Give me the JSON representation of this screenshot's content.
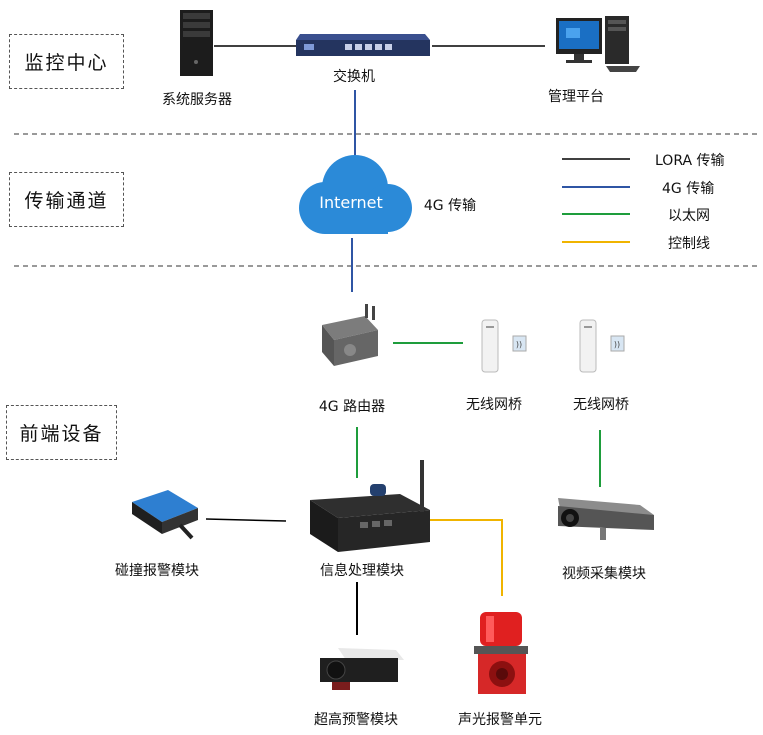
{
  "zones": {
    "monitor": "监控中心",
    "transport": "传输通道",
    "frontend": "前端设备"
  },
  "devices": {
    "server": "系统服务器",
    "switch": "交换机",
    "platform": "管理平台",
    "internet": "Internet",
    "internet_note": "4G 传输",
    "router": "4G 路由器",
    "bridge1": "无线网桥",
    "bridge2": "无线网桥",
    "collision": "碰撞报警模块",
    "processor": "信息处理模块",
    "video": "视频采集模块",
    "height": "超高预警模块",
    "alarm": "声光报警单元"
  },
  "legend": [
    {
      "label": "LORA 传输",
      "color": "#000000"
    },
    {
      "label": "4G 传输",
      "color": "#2f55a4"
    },
    {
      "label": "以太网",
      "color": "#1e9d3c"
    },
    {
      "label": "控制线",
      "color": "#f0b400"
    }
  ],
  "colors": {
    "lora": "#000000",
    "g4": "#2f55a4",
    "ethernet": "#1e9d3c",
    "control": "#f0b400",
    "cloud": "#2b8ad8"
  }
}
